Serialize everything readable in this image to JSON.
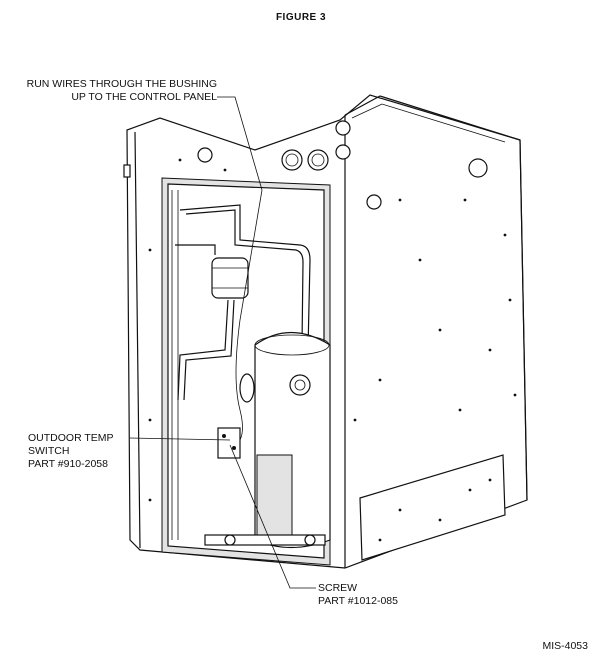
{
  "figure": {
    "title": "FIGURE 3"
  },
  "callouts": {
    "run_wires": {
      "line1": "RUN WIRES THROUGH THE BUSHING",
      "line2": "UP TO THE CONTROL PANEL"
    },
    "temp_switch": {
      "line1": "OUTDOOR TEMP",
      "line2": "SWITCH",
      "line3": "PART #910-2058"
    },
    "screw": {
      "line1": "SCREW",
      "line2": "PART #1012-085"
    }
  },
  "document_id": "MIS-4053"
}
